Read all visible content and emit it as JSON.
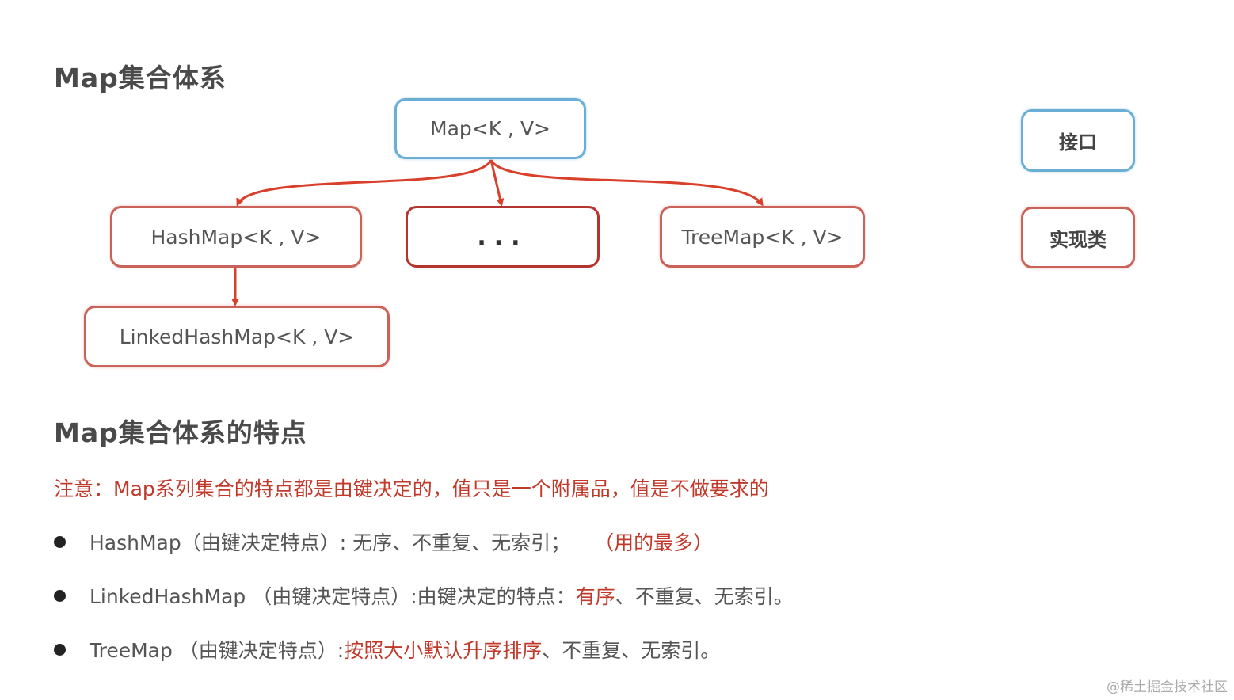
{
  "titles": {
    "hierarchy": "Map集合体系",
    "features": "Map集合体系的特点"
  },
  "diagram": {
    "root": "Map<K , V>",
    "hashmap": "HashMap<K , V>",
    "other": "...",
    "treemap": "TreeMap<K , V>",
    "linkedhashmap": "LinkedHashMap<K , V>"
  },
  "legend": {
    "interface": "接口",
    "implementation": "实现类"
  },
  "colors": {
    "interface_border": "#6aaed6",
    "implementation_border": "#c9635a",
    "arrow": "#d9402b",
    "highlight_text": "#c0392b"
  },
  "note": "注意：Map系列集合的特点都是由键决定的，值只是一个附属品，值是不做要求的",
  "bullets": [
    {
      "prefix": "HashMap（由键决定特点）: 无序、不重复、无索引；",
      "highlight": "（用的最多）",
      "suffix": ""
    },
    {
      "prefix": "LinkedHashMap （由键决定特点）:由键决定的特点：",
      "highlight": "有序",
      "suffix": "、不重复、无索引。"
    },
    {
      "prefix": "TreeMap （由键决定特点）:",
      "highlight": "按照大小默认升序排序",
      "suffix": "、不重复、无索引。"
    }
  ],
  "watermark": "@稀土掘金技术社区"
}
